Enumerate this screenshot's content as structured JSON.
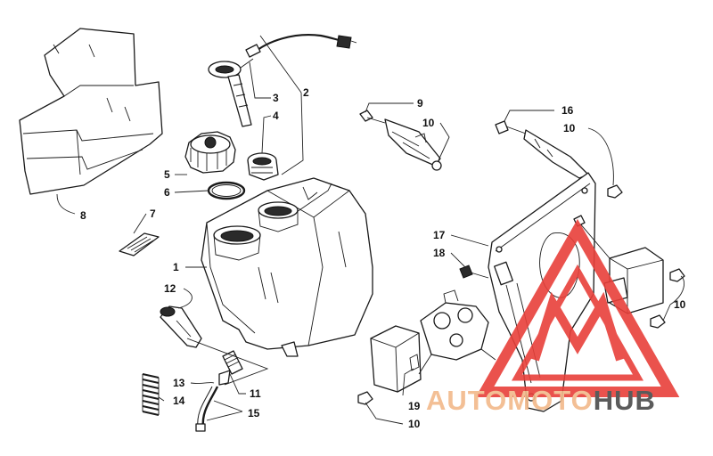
{
  "callouts": [
    {
      "id": "c1",
      "label": "1"
    },
    {
      "id": "c2",
      "label": "2"
    },
    {
      "id": "c3",
      "label": "3"
    },
    {
      "id": "c4",
      "label": "4"
    },
    {
      "id": "c5",
      "label": "5"
    },
    {
      "id": "c6",
      "label": "6"
    },
    {
      "id": "c7",
      "label": "7"
    },
    {
      "id": "c8",
      "label": "8"
    },
    {
      "id": "c9",
      "label": "9"
    },
    {
      "id": "c10a",
      "label": "10"
    },
    {
      "id": "c10b",
      "label": "10"
    },
    {
      "id": "c10c",
      "label": "10"
    },
    {
      "id": "c10d",
      "label": "10"
    },
    {
      "id": "c11",
      "label": "11"
    },
    {
      "id": "c12",
      "label": "12"
    },
    {
      "id": "c13",
      "label": "13"
    },
    {
      "id": "c14",
      "label": "14"
    },
    {
      "id": "c15",
      "label": "15"
    },
    {
      "id": "c16",
      "label": "16"
    },
    {
      "id": "c17",
      "label": "17"
    },
    {
      "id": "c18",
      "label": "18"
    },
    {
      "id": "c19",
      "label": "19"
    }
  ],
  "watermark": {
    "part1": "AUTOMOTO",
    "part2": "HUB",
    "color_red": "#e8403a",
    "color_orange": "#f2b98a",
    "color_dark": "#4a4a4a"
  }
}
